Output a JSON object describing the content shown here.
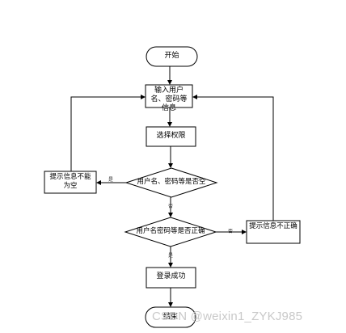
{
  "nodes": {
    "start": "开始",
    "input": "输入用户名、密码等信息",
    "permission": "选择权限",
    "check_empty": "用户名、密码等是否空",
    "empty_prompt": "提示信息不能为空",
    "check_correct": "用户名密码等是否正确",
    "wrong_prompt": "提示信息不正确",
    "success": "登录成功",
    "end": "结束"
  },
  "edge_labels": {
    "empty_yes": "是",
    "empty_no": "否",
    "correct_no": "否",
    "correct_yes": "是"
  },
  "watermark": "CSDN @weixin1_ZYKJ985"
}
